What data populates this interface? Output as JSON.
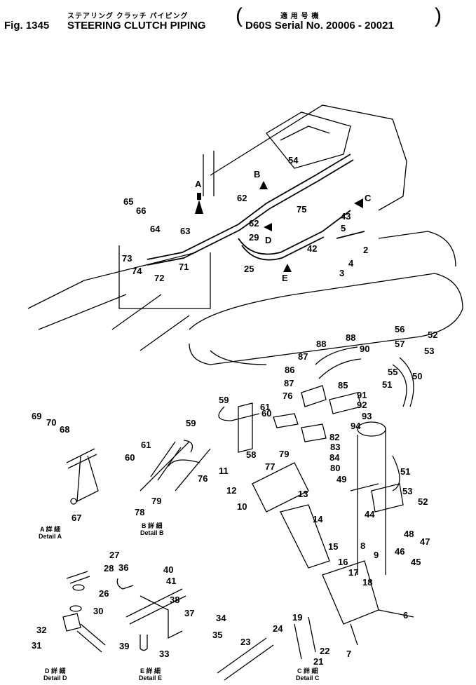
{
  "header": {
    "fig": "Fig. 1345",
    "title_jp": "ステアリング クラッチ パイピング",
    "title_en": "STEERING CLUTCH PIPING",
    "applicable_jp": "適 用 号 機",
    "serial": "D60S Serial No. 20006 - 20021"
  },
  "arrows": [
    "A",
    "B",
    "C",
    "D",
    "E"
  ],
  "details": [
    {
      "jp": "A 詳 細",
      "en": "Detail A"
    },
    {
      "jp": "B 詳 細",
      "en": "Detail B"
    },
    {
      "jp": "D 詳 細",
      "en": "Detail D"
    },
    {
      "jp": "E 詳 細",
      "en": "Detail E"
    },
    {
      "jp": "C 詳 細",
      "en": "Detail C"
    }
  ],
  "part_numbers": [
    "65",
    "66",
    "64",
    "63",
    "73",
    "74",
    "71",
    "72",
    "62",
    "62",
    "29",
    "25",
    "54",
    "75",
    "43",
    "5",
    "42",
    "2",
    "4",
    "3",
    "88",
    "88",
    "90",
    "56",
    "57",
    "52",
    "53",
    "87",
    "55",
    "86",
    "51",
    "50",
    "87",
    "85",
    "91",
    "92",
    "59",
    "61",
    "76",
    "60",
    "93",
    "94",
    "82",
    "83",
    "84",
    "80",
    "58",
    "79",
    "77",
    "11",
    "12",
    "10",
    "13",
    "14",
    "51",
    "49",
    "53",
    "52",
    "44",
    "48",
    "47",
    "46",
    "45",
    "15",
    "8",
    "9",
    "16",
    "17",
    "18",
    "6",
    "19",
    "24",
    "23",
    "22",
    "21",
    "7",
    "69",
    "70",
    "68",
    "67",
    "59",
    "61",
    "60",
    "76",
    "79",
    "78",
    "27",
    "28",
    "26",
    "30",
    "32",
    "31",
    "36",
    "40",
    "41",
    "38",
    "37",
    "34",
    "35",
    "39",
    "33"
  ]
}
